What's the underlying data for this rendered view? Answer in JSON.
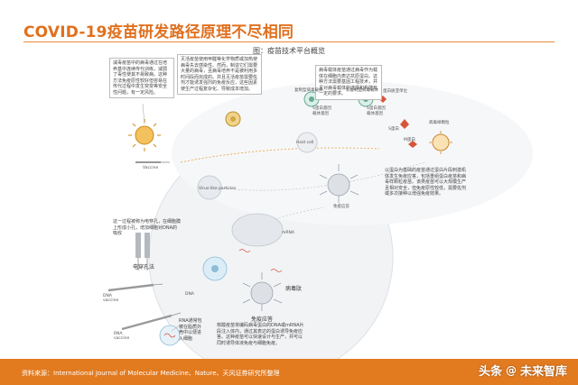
{
  "title": "COVID-19疫苗研发路径原理不尽相同",
  "figure_caption": "图：疫苗技术平台概览",
  "notes": {
    "attenuated": "减毒疫苗中的病毒通过在培养基中连续传代训练，减弱了毒性使其不易致病。这种方法免疫原性较好但容易在传代过程中发生突变等安全性问题，有一定风险。",
    "inactivated": "灭活疫苗使用甲醛等化学物质或加热使病毒失去感染性。然而，制造它们需要大量的病毒，且病毒培养不是被利用多时间段而完成的。并且灭活疫苗需要佐剂才能诱发强烈的免疫反应，这些因素使生产过程复杂化、导致成本增加。",
    "vector": "病毒载体疫苗通过病毒作为载体在细胞内表达抗原蛋白。这种方法需要基因工程技术，并且对病毒载体的选择和构建有一定的要求。",
    "protein": "以蛋白为基础的疫苗通过蛋白片段刺激机体发生免疫应答，包括重组蛋白疫苗和病毒样颗粒疫苗。该类疫苗可以大规模生产且相对安全，但免疫原性较低，需要佐剂或多次接种以增强免疫效果。",
    "dna": "这一过程被称为电穿孔，在细胞膜上形成小孔，增加细胞对DNA的吸收",
    "rna": "RNA通常包被在脂质外壳中以便进入细胞",
    "nucleic": "核酸疫苗将编码病毒蛋白的DNA或mRNA片段注入体内，通过其表达的蛋白诱导免疫应答。这种疫苗可以快速设计与生产，并可以同时诱导体液免疫与细胞免疫。"
  },
  "labels": {
    "vaccine": "Vaccine",
    "virus_like": "Virus-like particles",
    "host_cell": "Host cell",
    "replicating": "复制型病毒载体",
    "nonreplicating": "非复制型病毒载体",
    "s_gene": "S蛋白基因",
    "vector_gene": "载体基因",
    "vector_gene2": "载体基因",
    "s_protein_gene2": "S蛋白基因",
    "protein_subunit": "蛋白质亚单位",
    "s_protein": "S蛋白",
    "m_protein": "M蛋白",
    "vlp": "病毒样颗粒",
    "immune1": "免疫应答",
    "electroporation": "电穿孔法",
    "dna_vaccine": "DNA vaccine",
    "rna_vaccine": "RNA vaccine",
    "peptide": "病毒肽",
    "immune2": "免疫应答",
    "mrna": "mRNA",
    "dna": "DNA"
  },
  "source": "资料来源：International Journal of Molecular Medicine、Nature、天风证券研究所整理",
  "watermark": {
    "brand": "头条",
    "handle": "未来智库"
  },
  "colors": {
    "accent": "#e27a1f",
    "title": "#e0701e",
    "virus": "#e8a23c",
    "spike": "#c8343a"
  }
}
